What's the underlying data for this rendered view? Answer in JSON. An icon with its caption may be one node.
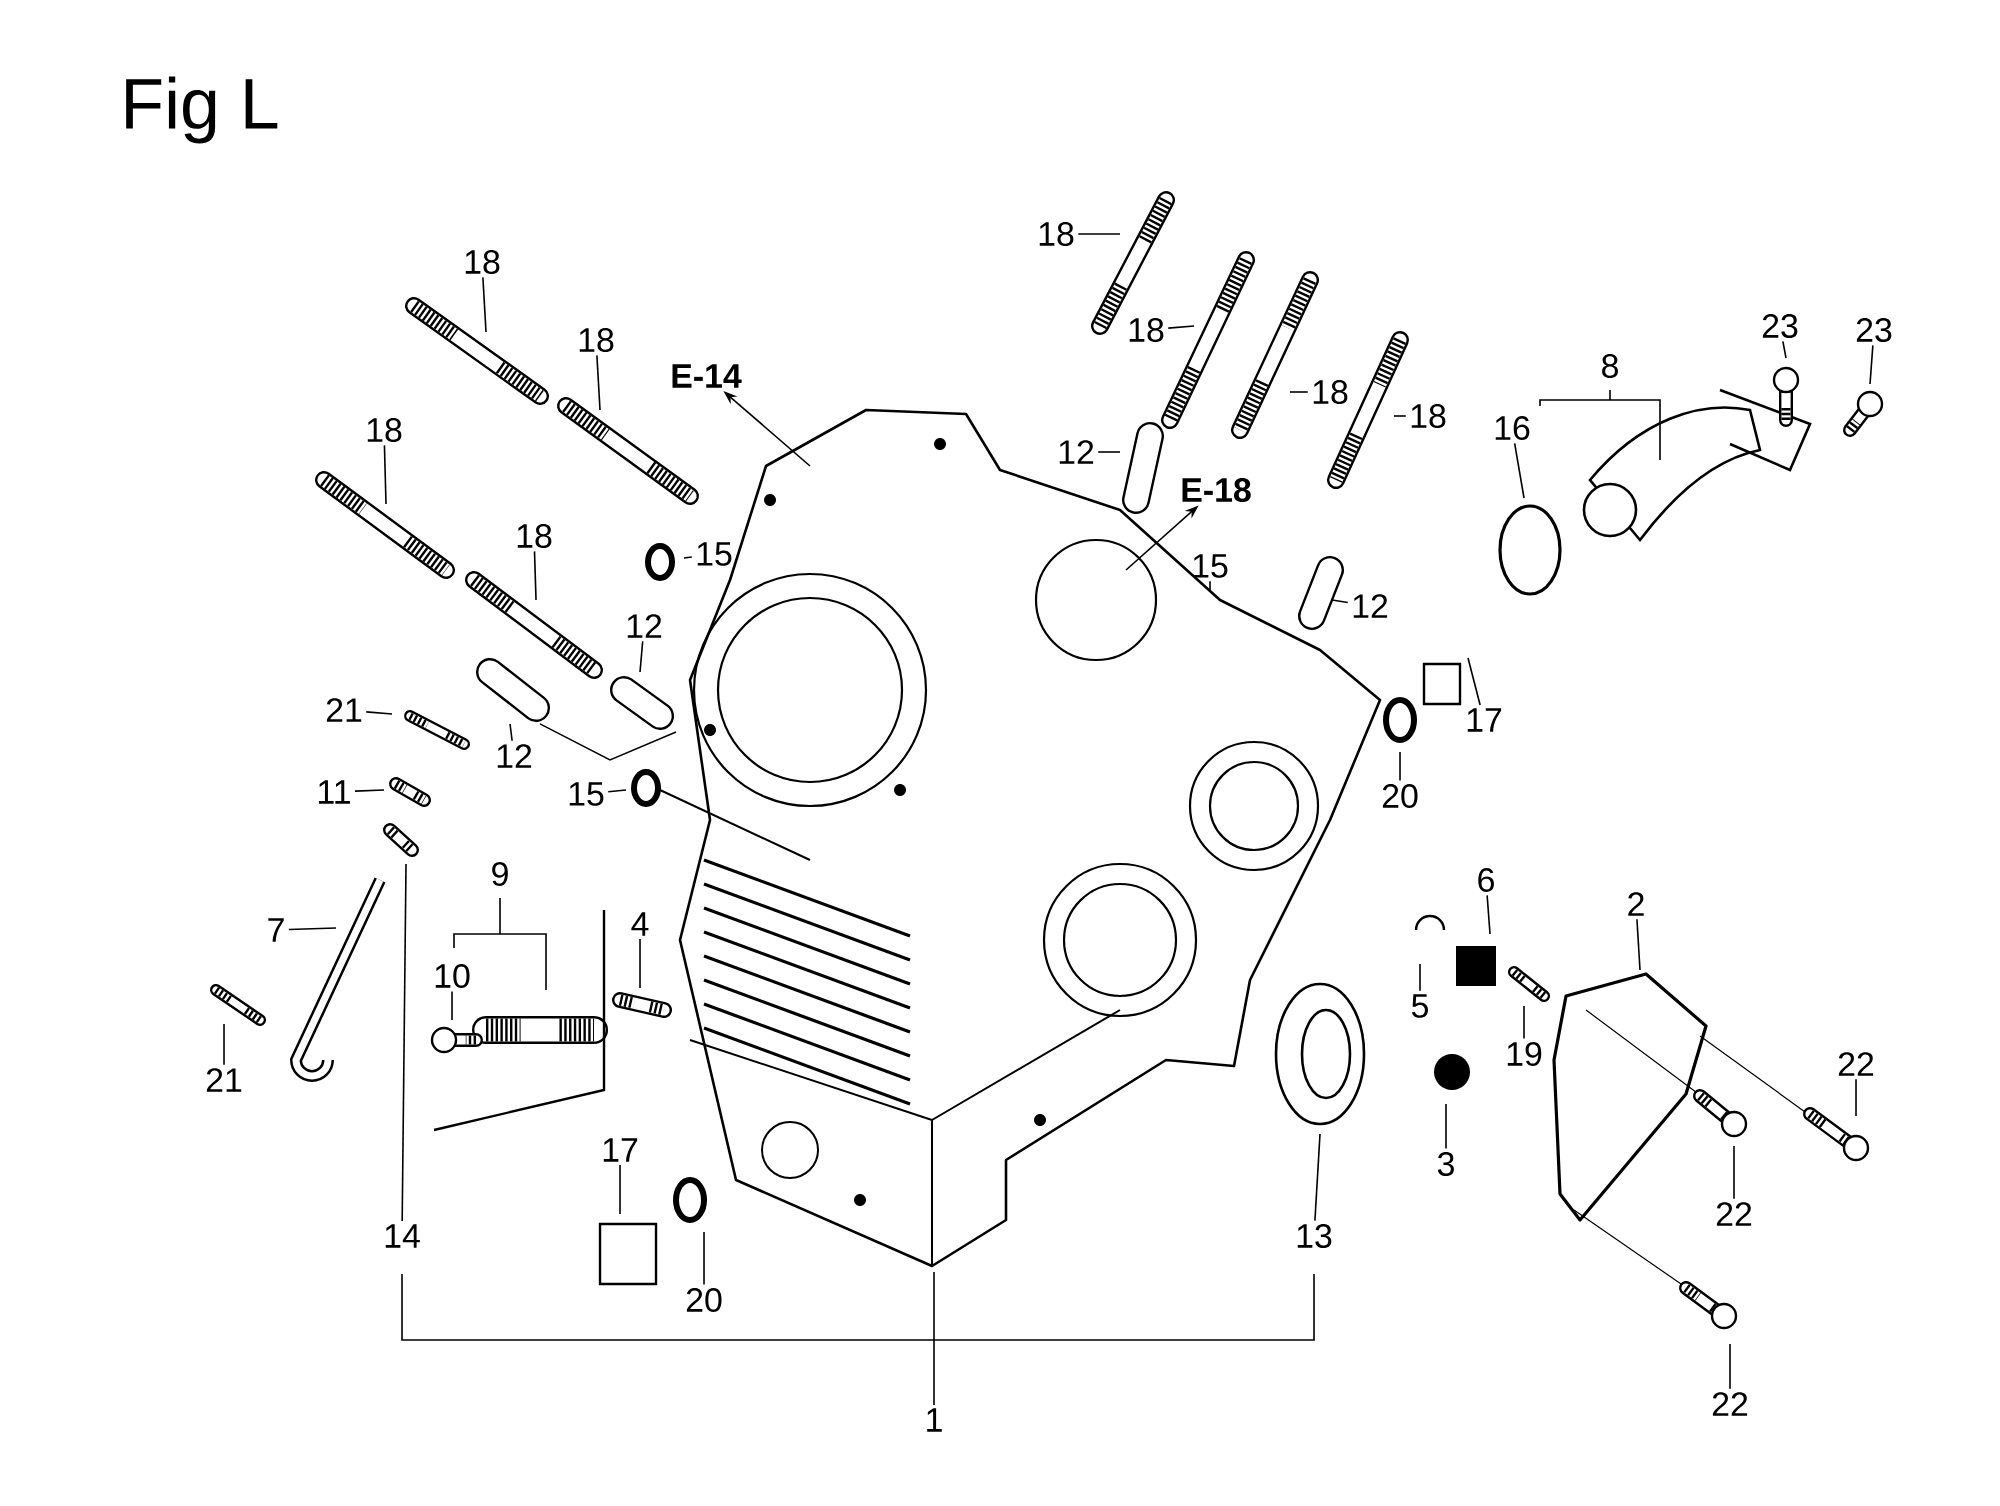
{
  "diagram": {
    "title": "Fig L",
    "nodes": [
      {
        "text": [
          "18"
        ]
      },
      {
        "text": [
          "18"
        ]
      },
      {
        "text": [
          "E-14"
        ]
      },
      {
        "text": [
          "18"
        ]
      },
      {
        "text": [
          "18"
        ]
      },
      {
        "text": [
          "18"
        ]
      },
      {
        "text": [
          "18"
        ]
      },
      {
        "text": [
          "18"
        ]
      },
      {
        "text": [
          "18"
        ]
      },
      {
        "text": [
          "12"
        ]
      },
      {
        "text": [
          "E-18"
        ]
      },
      {
        "text": [
          "15"
        ]
      },
      {
        "text": [
          "15"
        ]
      },
      {
        "text": [
          "12"
        ]
      },
      {
        "text": [
          "12"
        ]
      },
      {
        "text": [
          "21"
        ]
      },
      {
        "text": [
          "12"
        ]
      },
      {
        "text": [
          "15"
        ]
      },
      {
        "text": [
          "8"
        ]
      },
      {
        "text": [
          "23"
        ]
      },
      {
        "text": [
          "23"
        ]
      },
      {
        "text": [
          "16"
        ]
      },
      {
        "text": [
          "17"
        ]
      },
      {
        "text": [
          "20"
        ]
      },
      {
        "text": [
          "11"
        ]
      },
      {
        "text": [
          "9"
        ]
      },
      {
        "text": [
          "10"
        ]
      },
      {
        "text": [
          "4"
        ]
      },
      {
        "text": [
          "7"
        ]
      },
      {
        "text": [
          "6"
        ]
      },
      {
        "text": [
          "2"
        ]
      },
      {
        "text": [
          "5"
        ]
      },
      {
        "text": [
          "19"
        ]
      },
      {
        "text": [
          "21"
        ]
      },
      {
        "text": [
          "22"
        ]
      },
      {
        "text": [
          "3"
        ]
      },
      {
        "text": [
          "17"
        ]
      },
      {
        "text": [
          "22"
        ]
      },
      {
        "text": [
          "14"
        ]
      },
      {
        "text": [
          "13"
        ]
      },
      {
        "text": [
          "20"
        ]
      },
      {
        "text": [
          "22"
        ]
      },
      {
        "text": [
          "1"
        ]
      },
      {
        "text": [],
        "shape": "picture"
      }
    ],
    "edges": [
      {
        "from": 0,
        "to": null,
        "arrow": "none"
      },
      {
        "from": 1,
        "to": null,
        "arrow": "none"
      },
      {
        "from": 43,
        "to": 2,
        "arrow": "to"
      },
      {
        "from": 3,
        "to": null,
        "arrow": "none"
      },
      {
        "from": 4,
        "to": null,
        "arrow": "none"
      },
      {
        "from": 5,
        "to": null,
        "arrow": "none"
      },
      {
        "from": 6,
        "to": null,
        "arrow": "none"
      },
      {
        "from": 7,
        "to": null,
        "arrow": "none"
      },
      {
        "from": 8,
        "to": null,
        "arrow": "none"
      },
      {
        "from": 9,
        "to": null,
        "arrow": "none"
      },
      {
        "from": 43,
        "to": 10,
        "arrow": "to"
      },
      {
        "from": 11,
        "to": null,
        "arrow": "none"
      },
      {
        "from": 12,
        "to": null,
        "arrow": "none"
      },
      {
        "from": 13,
        "to": null,
        "arrow": "none"
      },
      {
        "from": 14,
        "to": null,
        "arrow": "none"
      },
      {
        "from": 15,
        "to": null,
        "arrow": "none"
      },
      {
        "from": 16,
        "to": null,
        "arrow": "none"
      },
      {
        "from": 17,
        "to": null,
        "arrow": "none"
      },
      {
        "from": 19,
        "to": null,
        "arrow": "none"
      },
      {
        "from": 20,
        "to": null,
        "arrow": "none"
      },
      {
        "from": 21,
        "to": null,
        "arrow": "none"
      },
      {
        "from": 22,
        "to": null,
        "arrow": "none"
      },
      {
        "from": 23,
        "to": null,
        "arrow": "none"
      },
      {
        "from": 24,
        "to": null,
        "arrow": "none"
      },
      {
        "from": 26,
        "to": null,
        "arrow": "none"
      },
      {
        "from": 27,
        "to": null,
        "arrow": "none"
      },
      {
        "from": 28,
        "to": null,
        "arrow": "none"
      },
      {
        "from": 29,
        "to": null,
        "arrow": "none"
      },
      {
        "from": 30,
        "to": null,
        "arrow": "none"
      },
      {
        "from": 31,
        "to": null,
        "arrow": "none"
      },
      {
        "from": 32,
        "to": null,
        "arrow": "none"
      },
      {
        "from": 33,
        "to": null,
        "arrow": "none"
      },
      {
        "from": 34,
        "to": null,
        "arrow": "none"
      },
      {
        "from": 35,
        "to": null,
        "arrow": "none"
      },
      {
        "from": 36,
        "to": null,
        "arrow": "none"
      },
      {
        "from": 37,
        "to": null,
        "arrow": "none"
      },
      {
        "from": 38,
        "to": null,
        "arrow": "none"
      },
      {
        "from": 39,
        "to": null,
        "arrow": "none"
      },
      {
        "from": 40,
        "to": null,
        "arrow": "none"
      },
      {
        "from": 41,
        "to": null,
        "arrow": "none"
      },
      {
        "from": 42,
        "to": 43,
        "arrow": "none"
      }
    ]
  }
}
